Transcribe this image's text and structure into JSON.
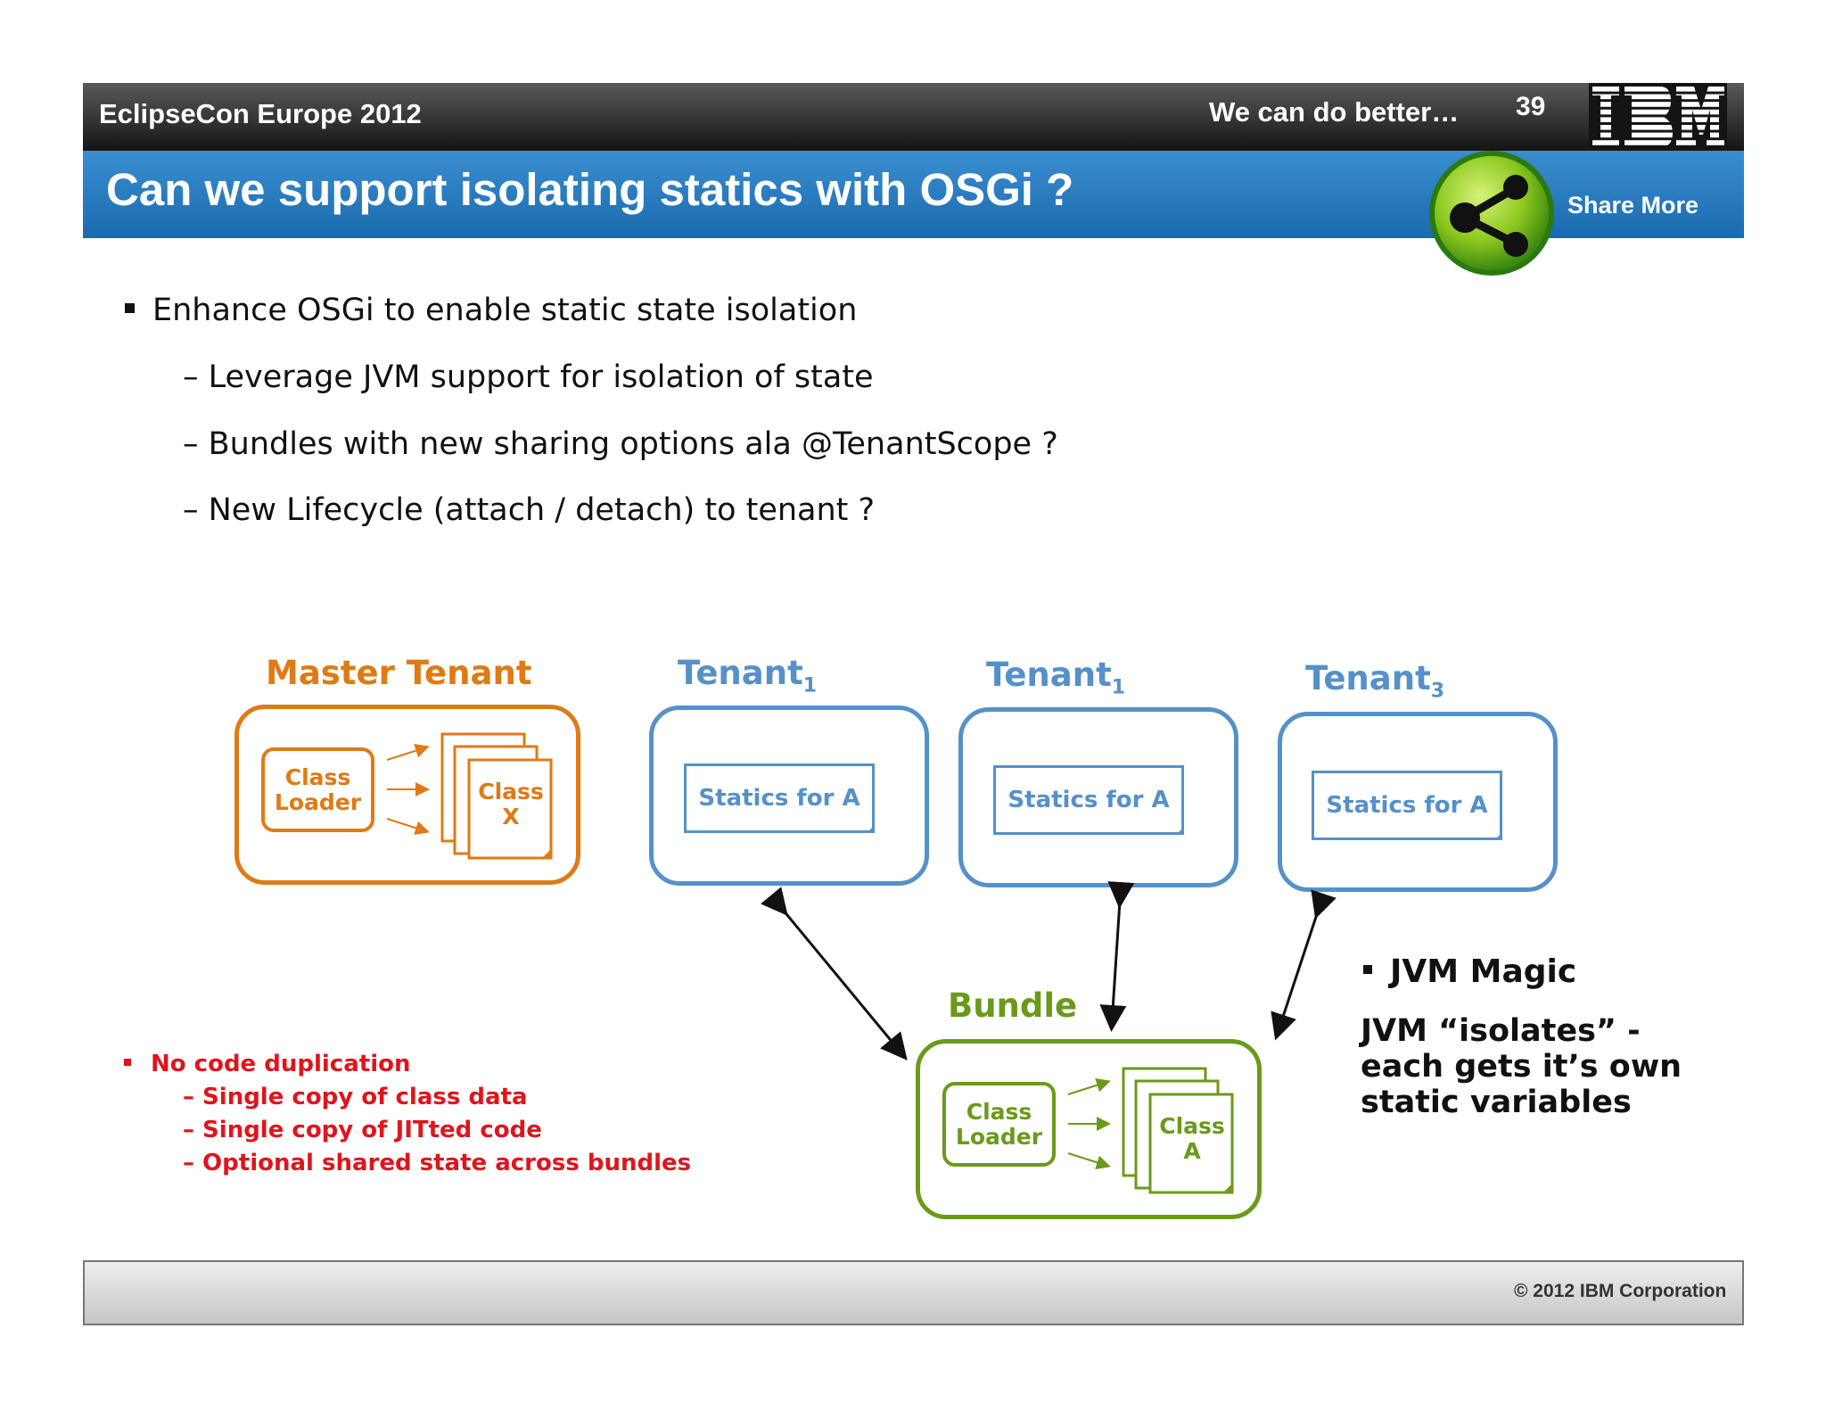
{
  "header": {
    "conference": "EclipseCon Europe 2012",
    "section": "We can do better…",
    "page_number": "39",
    "logo": "IBM",
    "share_label": "Share More",
    "share_icon": "share-icon"
  },
  "title": "Can we support isolating statics with OSGi ?",
  "bullets": {
    "main": "Enhance OSGi to enable static state isolation",
    "subs": [
      "– Leverage JVM support for isolation of state",
      "– Bundles with new sharing options ala @TenantScope ?",
      "– New Lifecycle (attach / detach) to tenant ?"
    ]
  },
  "diagram": {
    "master": {
      "label": "Master Tenant",
      "class_loader": [
        "Class",
        "Loader"
      ],
      "class": [
        "Class",
        "X"
      ]
    },
    "tenants": [
      {
        "label": "Tenant",
        "sub": "1",
        "statics": "Statics for A"
      },
      {
        "label": "Tenant",
        "sub": "1",
        "statics": "Statics for A"
      },
      {
        "label": "Tenant",
        "sub": "3",
        "statics": "Statics for A"
      }
    ],
    "bundle": {
      "label": "Bundle",
      "class_loader": [
        "Class",
        "Loader"
      ],
      "class": [
        "Class",
        "A"
      ]
    }
  },
  "benefits": {
    "main": "No code duplication",
    "subs": [
      "– Single copy of class data",
      "– Single copy of JITted code",
      "– Optional shared state across bundles"
    ]
  },
  "jvm_magic": {
    "heading": "JVM Magic",
    "body": "JVM “isolates” - each gets it’s own static variables"
  },
  "footer": {
    "copyright": "© 2012 IBM Corporation"
  },
  "colors": {
    "master": "#e07a14",
    "tenant": "#5591c9",
    "bundle": "#6a9a1a",
    "benefits": "#e0141c",
    "title_bar": "#1f74b8"
  }
}
